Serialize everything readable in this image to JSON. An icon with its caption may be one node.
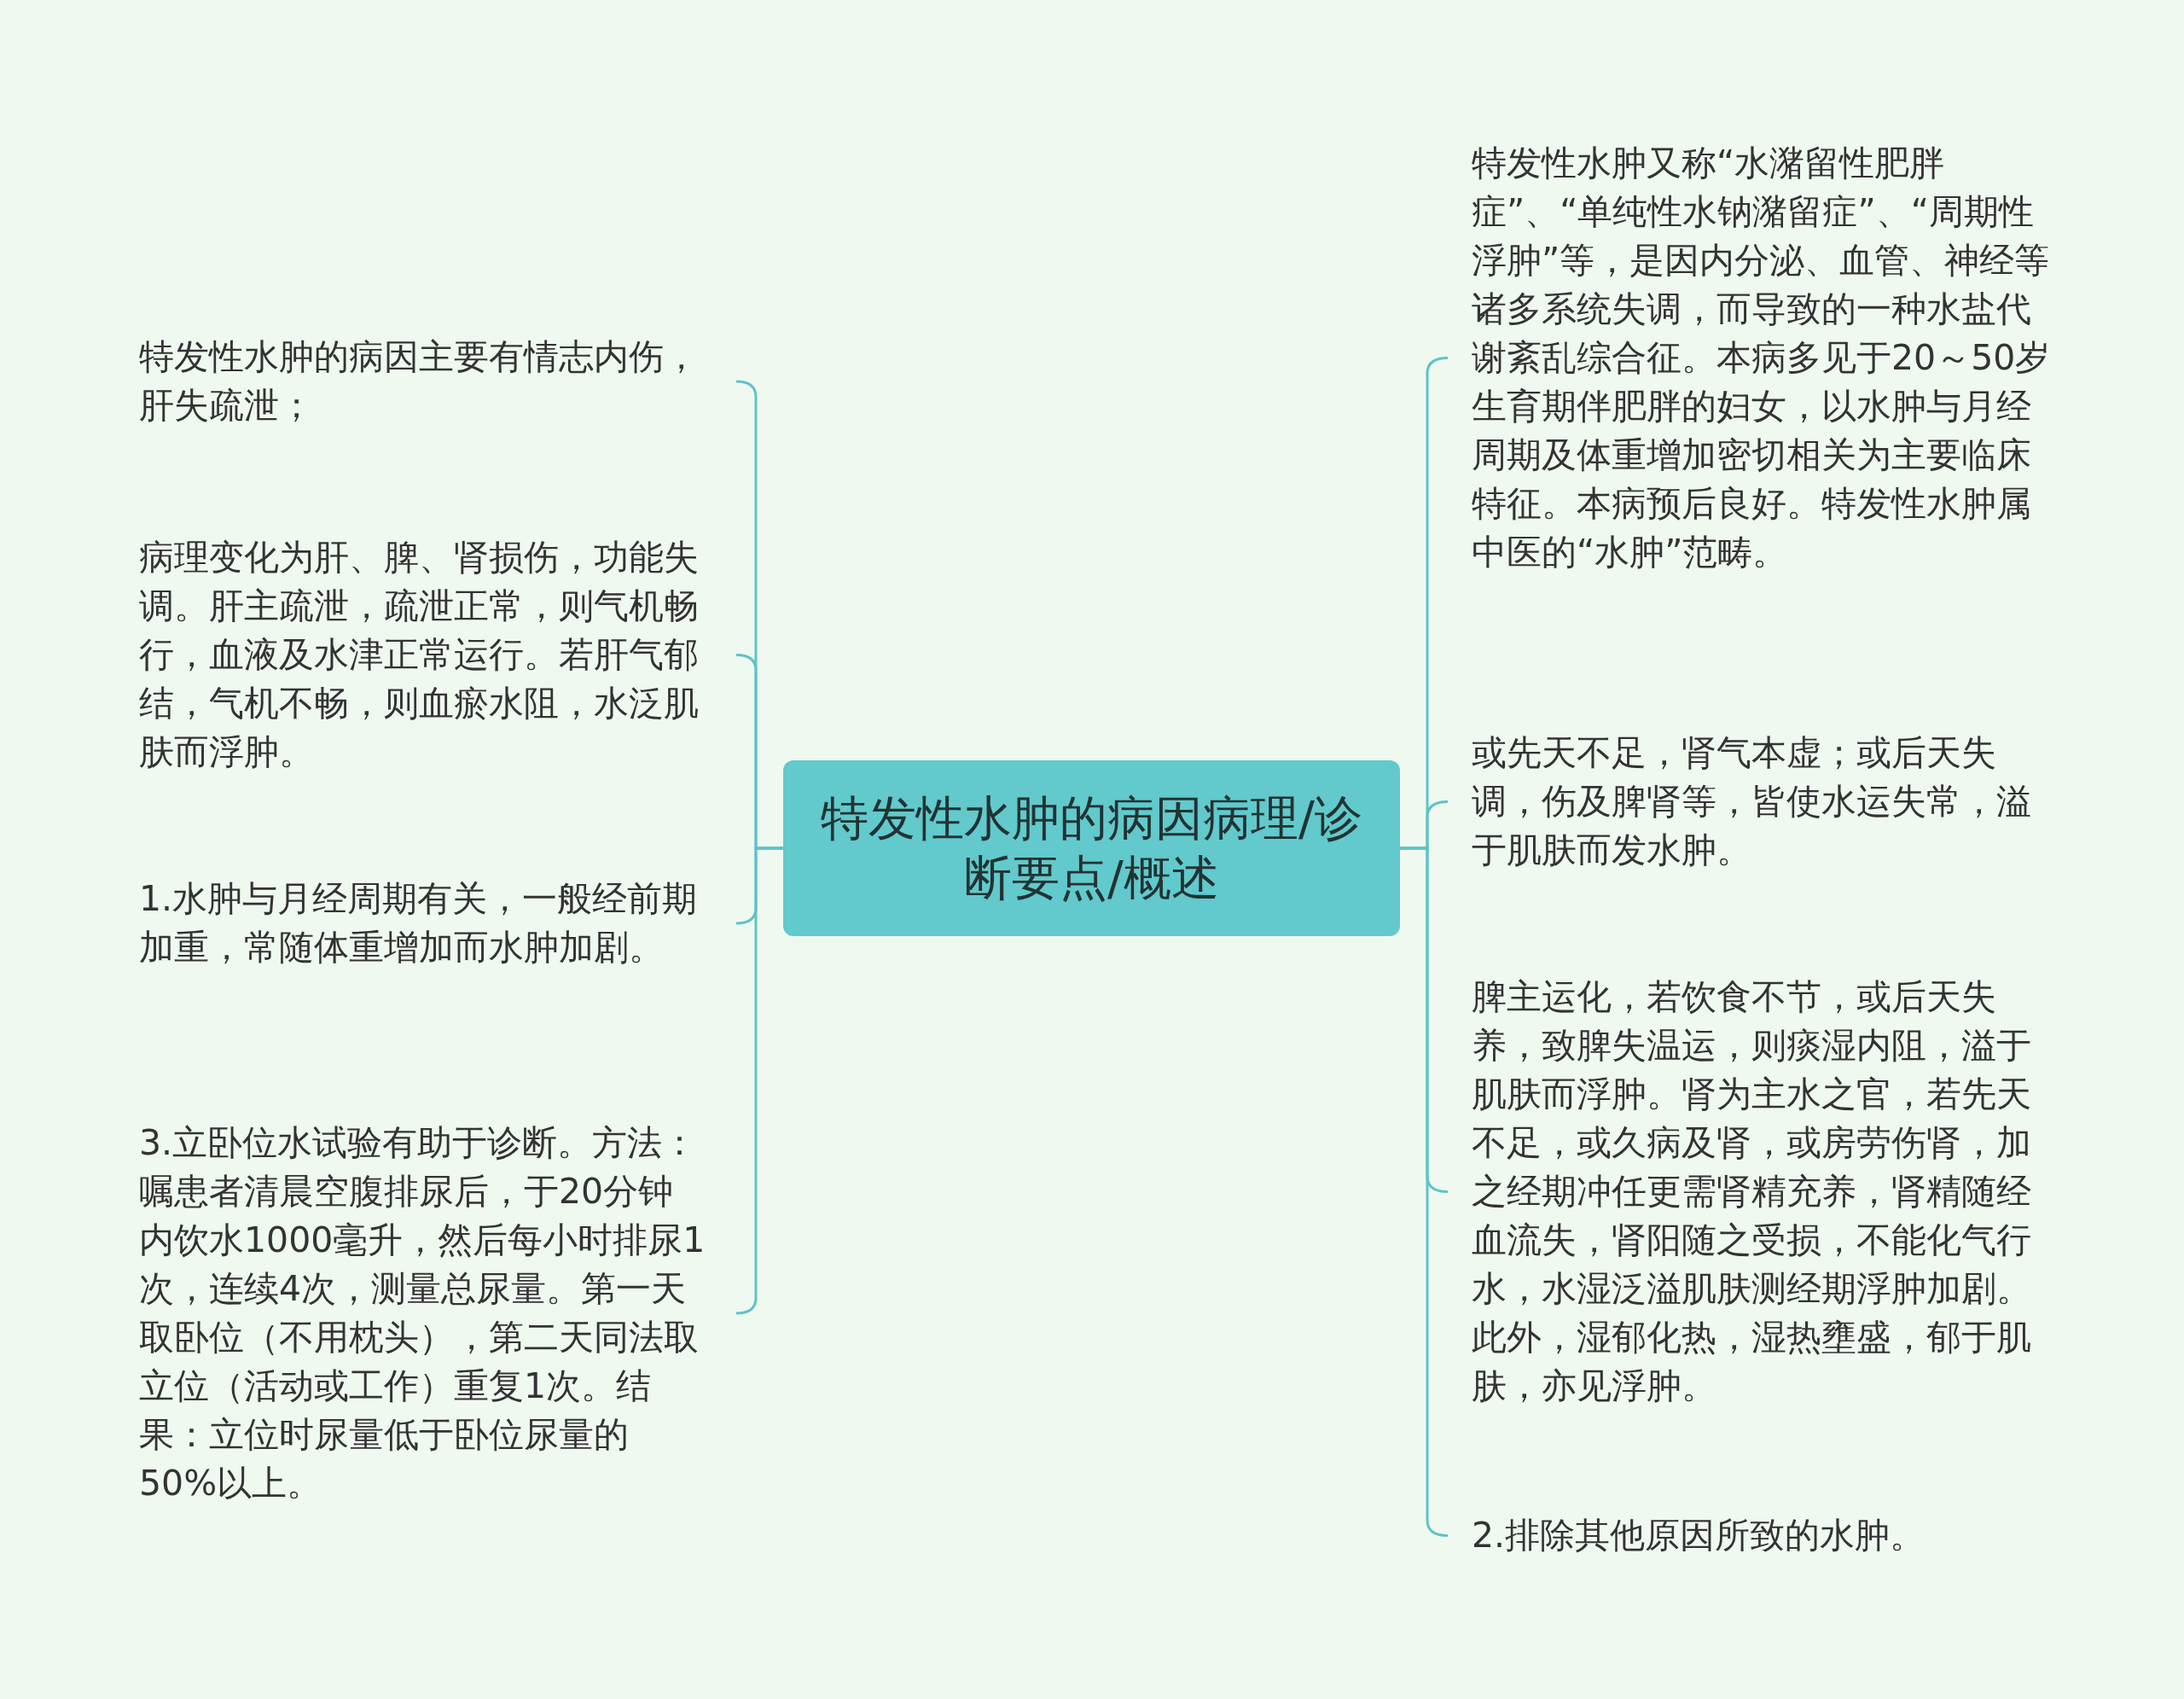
{
  "diagram": {
    "nodes": [
      {
        "text": [
          "特发性水肿的病因病理/诊断要点/概述"
        ]
      },
      {
        "text": [
          "特发性水肿的病因主要有情志内伤，肝失疏泄；"
        ]
      },
      {
        "text": [
          "病理变化为肝、脾、肾损伤，功能失调。肝主疏泄，疏泄正常，则气机畅行，血液及水津正常运行。若肝气郁结，气机不畅，则血瘀水阻，水泛肌肤而浮肿。"
        ]
      },
      {
        "text": [
          "1.水肿与月经周期有关，一般经前期加重，常随体重增加而水肿加剧。"
        ]
      },
      {
        "text": [
          "3.立卧位水试验有助于诊断。方法：嘱患者清晨空腹排尿后，于20分钟内饮水1000毫升，然后每小时排尿1次，连续4次，测量总尿量。第一天取卧位（不用枕头），第二天同法取立位（活动或工作）重复1次。结果：立位时尿量低于卧位尿量的50%以上。"
        ]
      },
      {
        "text": [
          "特发性水肿又称“水潴留性肥胖症”、“单纯性水钠潴留症”、“周期性浮肿”等，是因内分泌、血管、神经等诸多系统失调，而导致的一种水盐代谢紊乱综合征。本病多见于20～50岁生育期伴肥胖的妇女，以水肿与月经周期及体重增加密切相关为主要临床特征。本病预后良好。特发性水肿属中医的“水肿”范畴。"
        ]
      },
      {
        "text": [
          "或先天不足，肾气本虚；或后天失调，伤及脾肾等，皆使水运失常，溢于肌肤而发水肿。"
        ]
      },
      {
        "text": [
          "脾主运化，若饮食不节，或后天失养，致脾失温运，则痰湿内阻，溢于肌肤而浮肿。肾为主水之官，若先天不足，或久病及肾，或房劳伤肾，加之经期冲任更需肾精充养，肾精随经血流失，肾阳随之受损，不能化气行水，水湿泛溢肌肤测经期浮肿加剧。此外，湿郁化热，湿热壅盛，郁于肌肤，亦见浮肿。"
        ]
      },
      {
        "text": [
          "2.排除其他原因所致的水肿。"
        ]
      }
    ],
    "edges": [
      {
        "from": 0,
        "to": 1,
        "arrow": "none"
      },
      {
        "from": 0,
        "to": 2,
        "arrow": "none"
      },
      {
        "from": 0,
        "to": 3,
        "arrow": "none"
      },
      {
        "from": 0,
        "to": 4,
        "arrow": "none"
      },
      {
        "from": 0,
        "to": 5,
        "arrow": "none"
      },
      {
        "from": 0,
        "to": 6,
        "arrow": "none"
      },
      {
        "from": 0,
        "to": 7,
        "arrow": "none"
      },
      {
        "from": 0,
        "to": 8,
        "arrow": "none"
      }
    ]
  }
}
